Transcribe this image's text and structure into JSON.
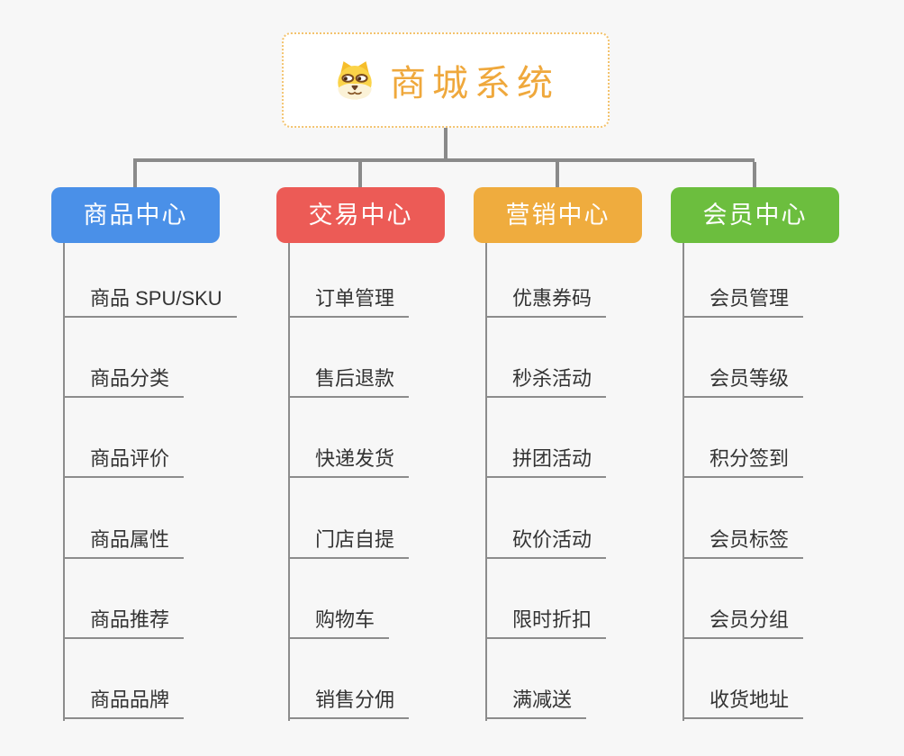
{
  "root": {
    "title": "商城系统",
    "icon": "dog-face-icon"
  },
  "columns": [
    {
      "label": "商品中心",
      "color": "#4A90E8",
      "items": [
        "商品 SPU/SKU",
        "商品分类",
        "商品评价",
        "商品属性",
        "商品推荐",
        "商品品牌"
      ]
    },
    {
      "label": "交易中心",
      "color": "#EC5B56",
      "items": [
        "订单管理",
        "售后退款",
        "快递发货",
        "门店自提",
        "购物车",
        "销售分佣"
      ]
    },
    {
      "label": "营销中心",
      "color": "#EFAC3E",
      "items": [
        "优惠券码",
        "秒杀活动",
        "拼团活动",
        "砍价活动",
        "限时折扣",
        "满减送"
      ]
    },
    {
      "label": "会员中心",
      "color": "#6CBE3E",
      "items": [
        "会员管理",
        "会员等级",
        "积分签到",
        "会员标签",
        "会员分组",
        "收货地址"
      ]
    }
  ],
  "colors": {
    "background": "#F7F7F7",
    "connector": "#8A8A8A",
    "leaf_line": "#8C8C8C",
    "leaf_text": "#333333",
    "root_border": "#F3C36E",
    "root_text": "#EFA83C"
  }
}
